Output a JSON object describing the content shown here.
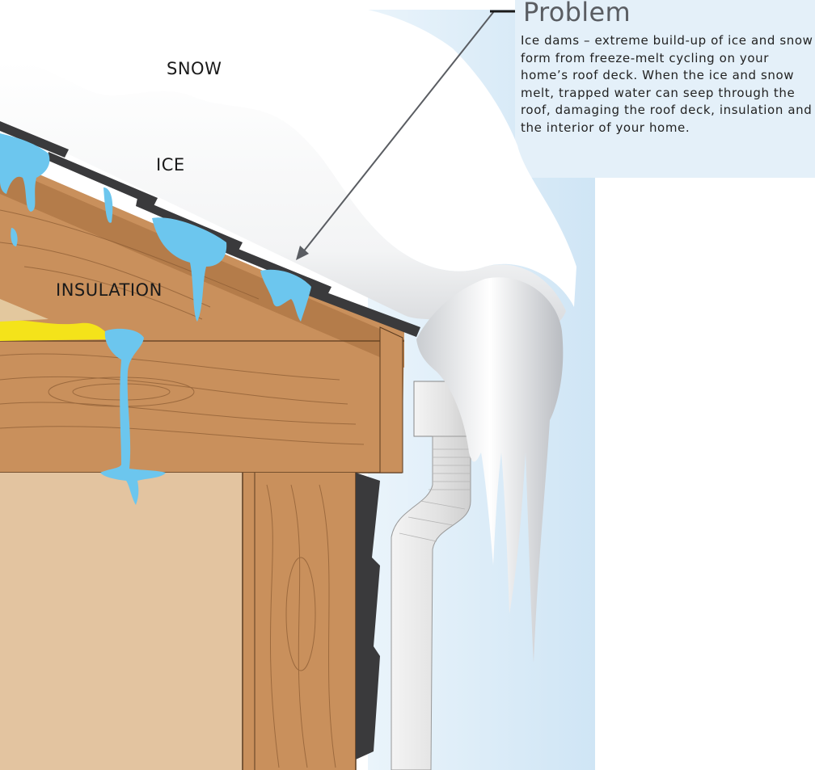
{
  "labels": {
    "snow": "SNOW",
    "ice": "ICE",
    "insulation": "INSULATION"
  },
  "callout": {
    "title": "Problem",
    "body": "Ice dams – extreme build-up of ice and snow form from freeze-melt cycling on your home’s roof deck. When the ice and snow melt, trapped water can seep through the roof, damaging the roof deck, insulation and the interior of your home."
  },
  "colors": {
    "sky": "#d6e9f6",
    "snow": "#ffffff",
    "ice_water": "#6cc6ee",
    "wood": "#c9905c",
    "wood_grain": "#8a5a32",
    "insulation": "#f4e31a",
    "shingle": "#3a3a3c",
    "gutter": "#e6e6e6"
  }
}
